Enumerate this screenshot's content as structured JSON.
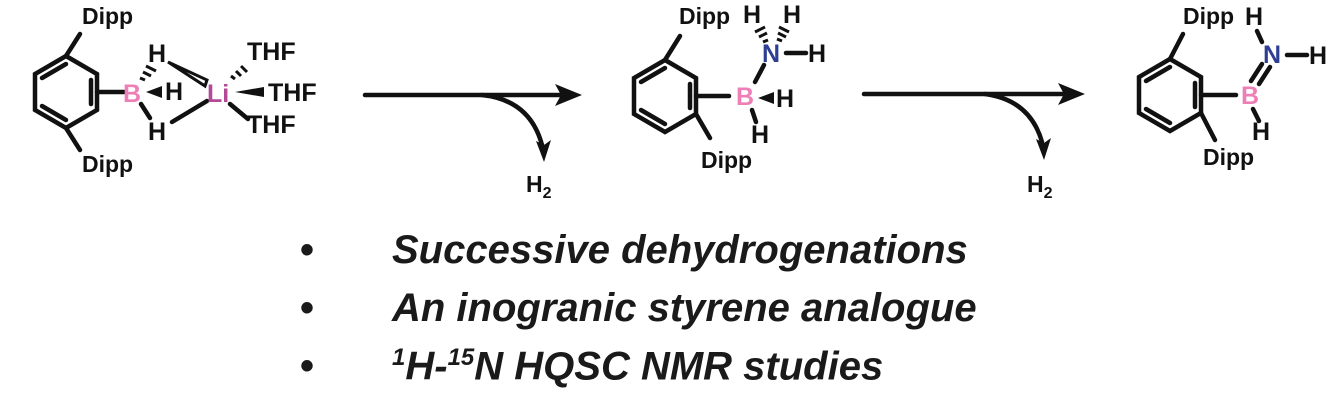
{
  "reaction": {
    "substituent": "Dipp",
    "atoms": {
      "H": "H",
      "B": "B",
      "Li": "Li",
      "N": "N",
      "THF": "THF"
    },
    "byproduct": {
      "main": "H",
      "subscript": "2"
    },
    "colors": {
      "bond": "#111111",
      "boron": "#ee7fb6",
      "lithium": "#b24a97",
      "nitrogen": "#2e3f93",
      "text": "#111111"
    }
  },
  "bullets": [
    {
      "marker": "•",
      "text": "Successive dehydrogenations"
    },
    {
      "marker": "•",
      "text": "An inogranic styrene analogue"
    },
    {
      "marker": "•",
      "sup1": "1",
      "t1": "H-",
      "sup2": "15",
      "t2": "N HQSC NMR studies"
    }
  ]
}
